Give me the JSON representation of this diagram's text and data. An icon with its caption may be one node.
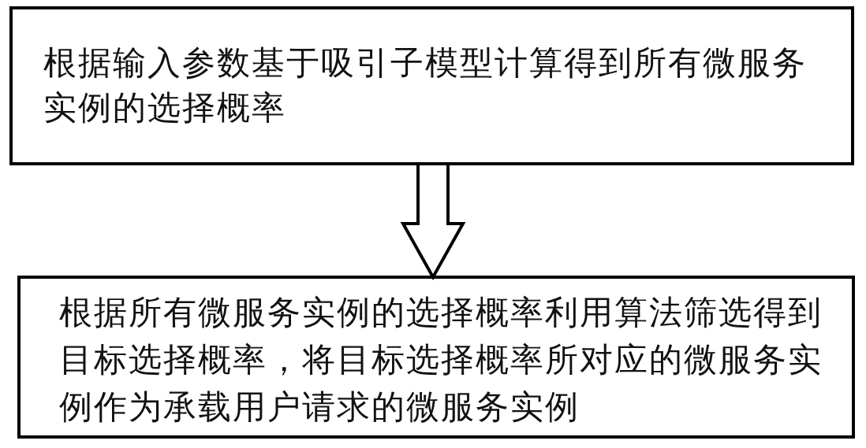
{
  "diagram": {
    "nodes": [
      {
        "text": [
          "根据输入参数基于吸引子模型计算得到所有微服务实例的选择概率"
        ]
      },
      {
        "text": [
          "根据所有微服务实例的选择概率利用算法筛选得到目标选择概率，将目标选择概率所对应的微服务实例作为承载用户请求的微服务实例"
        ]
      }
    ],
    "edges": [
      {
        "from": 0,
        "to": 1,
        "arrow": "to"
      }
    ]
  }
}
